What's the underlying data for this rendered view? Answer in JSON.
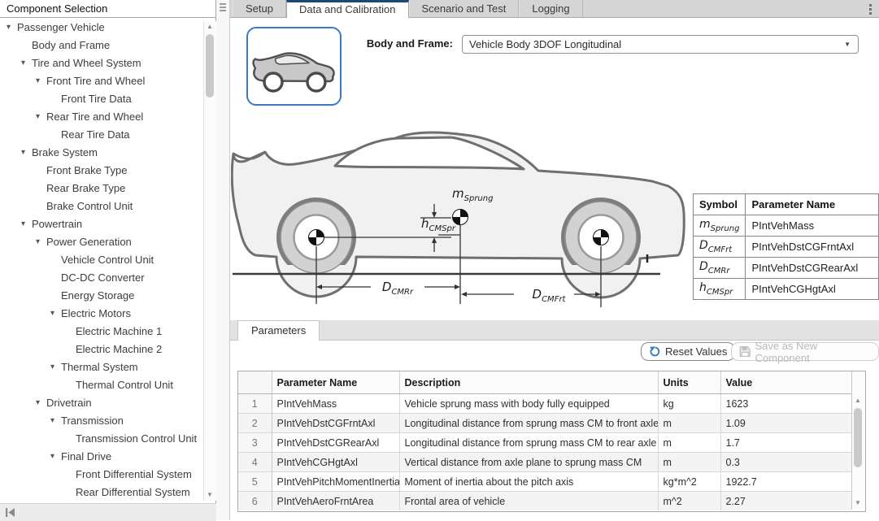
{
  "sidebar": {
    "title": "Component Selection",
    "tree": [
      {
        "label": "Passenger Vehicle",
        "level": 0,
        "expandable": true
      },
      {
        "label": "Body and Frame",
        "level": 1,
        "expandable": false
      },
      {
        "label": "Tire and Wheel System",
        "level": 1,
        "expandable": true
      },
      {
        "label": "Front Tire and Wheel",
        "level": 2,
        "expandable": true
      },
      {
        "label": "Front Tire Data",
        "level": 3,
        "expandable": false
      },
      {
        "label": "Rear Tire and Wheel",
        "level": 2,
        "expandable": true
      },
      {
        "label": "Rear Tire Data",
        "level": 3,
        "expandable": false
      },
      {
        "label": "Brake System",
        "level": 1,
        "expandable": true
      },
      {
        "label": "Front Brake Type",
        "level": 2,
        "expandable": false
      },
      {
        "label": "Rear Brake Type",
        "level": 2,
        "expandable": false
      },
      {
        "label": "Brake Control Unit",
        "level": 2,
        "expandable": false
      },
      {
        "label": "Powertrain",
        "level": 1,
        "expandable": true
      },
      {
        "label": "Power Generation",
        "level": 2,
        "expandable": true
      },
      {
        "label": "Vehicle Control Unit",
        "level": 3,
        "expandable": false
      },
      {
        "label": "DC-DC Converter",
        "level": 3,
        "expandable": false
      },
      {
        "label": "Energy Storage",
        "level": 3,
        "expandable": false
      },
      {
        "label": "Electric Motors",
        "level": 3,
        "expandable": true
      },
      {
        "label": "Electric Machine 1",
        "level": 4,
        "expandable": false
      },
      {
        "label": "Electric Machine 2",
        "level": 4,
        "expandable": false
      },
      {
        "label": "Thermal System",
        "level": 3,
        "expandable": true
      },
      {
        "label": "Thermal Control Unit",
        "level": 4,
        "expandable": false
      },
      {
        "label": "Drivetrain",
        "level": 2,
        "expandable": true
      },
      {
        "label": "Transmission",
        "level": 3,
        "expandable": true
      },
      {
        "label": "Transmission Control Unit",
        "level": 4,
        "expandable": false
      },
      {
        "label": "Final Drive",
        "level": 3,
        "expandable": true
      },
      {
        "label": "Front Differential System",
        "level": 4,
        "expandable": false
      },
      {
        "label": "Rear Differential System",
        "level": 4,
        "expandable": false
      }
    ]
  },
  "tabs": [
    {
      "label": "Setup",
      "active": false
    },
    {
      "label": "Data and Calibration",
      "active": true
    },
    {
      "label": "Scenario and Test",
      "active": false
    },
    {
      "label": "Logging",
      "active": false
    }
  ],
  "main": {
    "body_frame_label": "Body and Frame:",
    "body_frame_value": "Vehicle Body 3DOF Longitudinal",
    "diagram_labels": {
      "m_main": "m",
      "m_sub": "Sprung",
      "h_main": "h",
      "h_sub": "CMSpr",
      "dr_main": "D",
      "dr_sub": "CMRr",
      "df_main": "D",
      "df_sub": "CMFrt"
    },
    "symbol_table": {
      "headers": [
        "Symbol",
        "Parameter Name"
      ],
      "rows": [
        {
          "sym": "m",
          "sub": "Sprung",
          "param": "PIntVehMass"
        },
        {
          "sym": "D",
          "sub": "CMFrt",
          "param": "PIntVehDstCGFrntAxl"
        },
        {
          "sym": "D",
          "sub": "CMRr",
          "param": "PIntVehDstCGRearAxl"
        },
        {
          "sym": "h",
          "sub": "CMSpr",
          "param": "PIntVehCGHgtAxl"
        }
      ]
    },
    "parameters_panel": {
      "tab_label": "Parameters",
      "reset_label": "Reset Values",
      "save_label": "Save as New Component",
      "table": {
        "headers": [
          "",
          "Parameter Name",
          "Description",
          "Units",
          "Value"
        ],
        "rows": [
          {
            "num": "1",
            "name": "PIntVehMass",
            "desc": "Vehicle sprung mass with body fully equipped",
            "units": "kg",
            "value": "1623"
          },
          {
            "num": "2",
            "name": "PIntVehDstCGFrntAxl",
            "desc": "Longitudinal distance from sprung mass CM to front axle",
            "units": "m",
            "value": "1.09"
          },
          {
            "num": "3",
            "name": "PIntVehDstCGRearAxl",
            "desc": "Longitudinal distance from sprung mass CM to rear axle",
            "units": "m",
            "value": "1.7"
          },
          {
            "num": "4",
            "name": "PIntVehCGHgtAxl",
            "desc": "Vertical distance from axle plane to sprung mass CM",
            "units": "m",
            "value": "0.3"
          },
          {
            "num": "5",
            "name": "PIntVehPitchMomentInertia",
            "desc": "Moment of inertia about the pitch axis",
            "units": "kg*m^2",
            "value": "1922.7"
          },
          {
            "num": "6",
            "name": "PIntVehAeroFrntArea",
            "desc": "Frontal area of vehicle",
            "units": "m^2",
            "value": "2.27"
          }
        ]
      }
    }
  },
  "icons": {
    "tree_expand": "triangle-down",
    "dropdown_arrow": "triangle-down",
    "reset": "circular-arrow",
    "save": "floppy-disk",
    "overflow": "vertical-dots",
    "splitter_grip": "grip-lines",
    "panel_collapse": "collapse-left",
    "scroll_up": "triangle-up",
    "scroll_down": "triangle-down",
    "thumbnail": "car-side-view"
  },
  "colors": {
    "accent_blue": "#3c78c6",
    "active_tab_bar": "#1a4971",
    "reset_icon_blue": "#2f7fc1"
  }
}
